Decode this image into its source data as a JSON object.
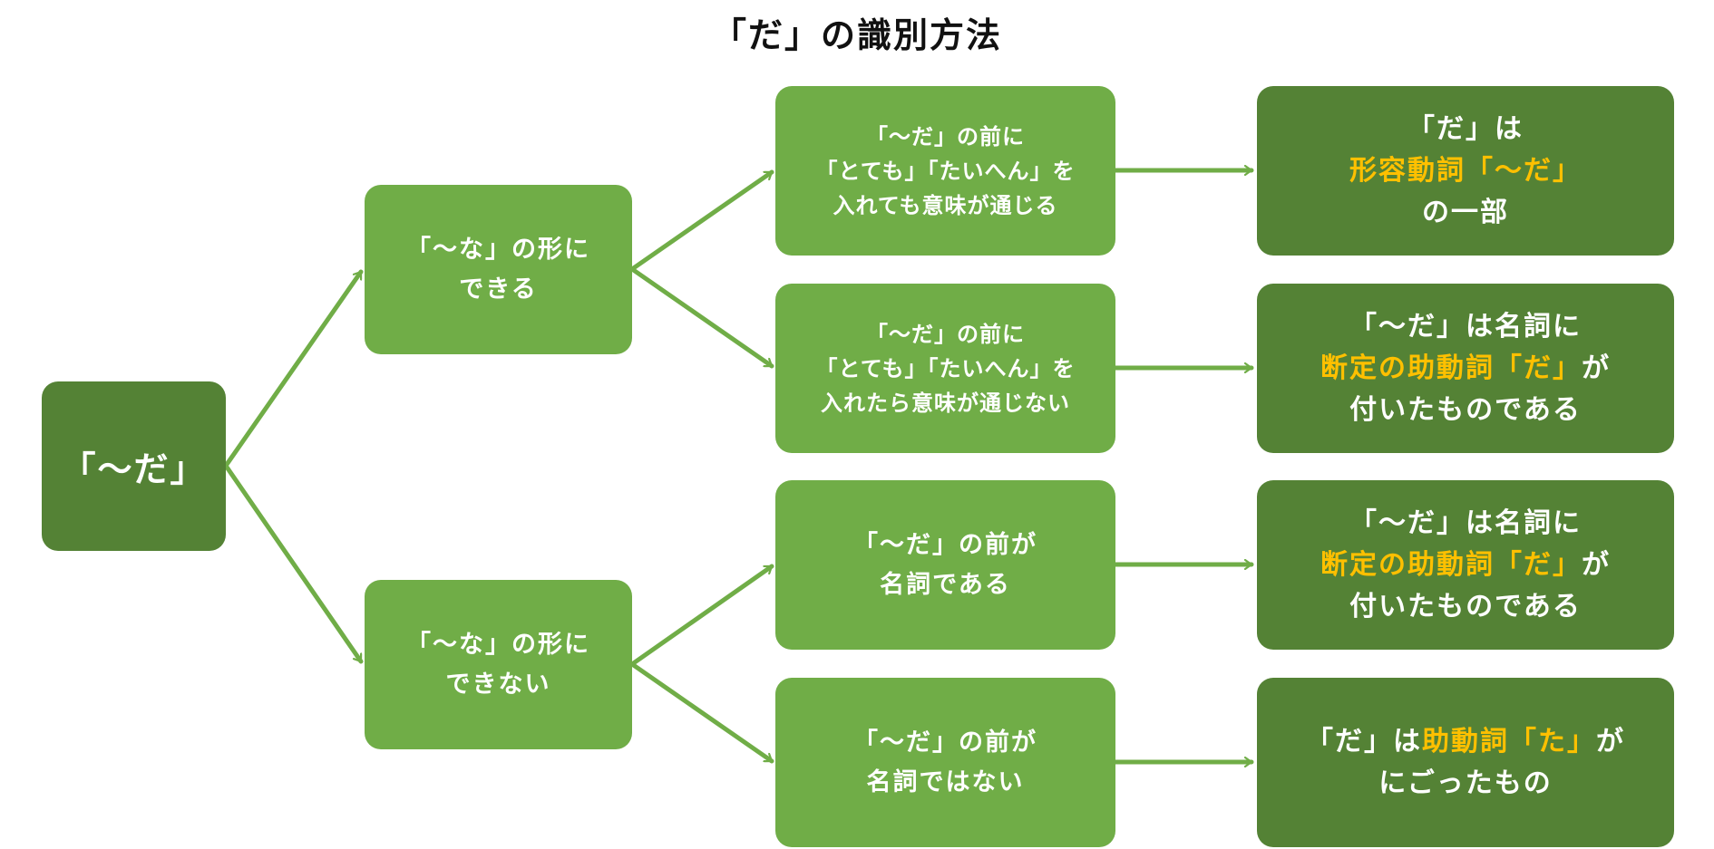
{
  "title": "「だ」の識別方法",
  "colors": {
    "dark_box": "#548235",
    "light_box": "#70ad47",
    "arrow": "#70ad47",
    "highlight_text": "#ffc000",
    "text": "#ffffff"
  },
  "root": {
    "label": "「～だ」"
  },
  "branches": [
    {
      "label_lines": [
        "「～な」の形に",
        "できる"
      ],
      "conditions": [
        {
          "lines": [
            "「～だ」の前に",
            "「とても」「たいへん」を",
            "入れても意味が通じる"
          ],
          "result": [
            [
              {
                "t": "「だ」は",
                "hl": false
              }
            ],
            [
              {
                "t": "形容動詞「～だ」",
                "hl": true
              }
            ],
            [
              {
                "t": "の一部",
                "hl": false
              }
            ]
          ]
        },
        {
          "lines": [
            "「～だ」の前に",
            "「とても」「たいへん」を",
            "入れたら意味が通じない"
          ],
          "result": [
            [
              {
                "t": "「～だ」は名詞に",
                "hl": false
              }
            ],
            [
              {
                "t": "断定の助動詞「だ」",
                "hl": true
              },
              {
                "t": "が",
                "hl": false
              }
            ],
            [
              {
                "t": "付いたものである",
                "hl": false
              }
            ]
          ]
        }
      ]
    },
    {
      "label_lines": [
        "「～な」の形に",
        "できない"
      ],
      "conditions": [
        {
          "lines": [
            "「～だ」の前が",
            "名詞である"
          ],
          "result": [
            [
              {
                "t": "「～だ」は名詞に",
                "hl": false
              }
            ],
            [
              {
                "t": "断定の助動詞「だ」",
                "hl": true
              },
              {
                "t": "が",
                "hl": false
              }
            ],
            [
              {
                "t": "付いたものである",
                "hl": false
              }
            ]
          ]
        },
        {
          "lines": [
            "「～だ」の前が",
            "名詞ではない"
          ],
          "result": [
            [
              {
                "t": "「だ」は",
                "hl": false
              },
              {
                "t": "助動詞「た」",
                "hl": true
              },
              {
                "t": "が",
                "hl": false
              }
            ],
            [
              {
                "t": "にごったもの",
                "hl": false
              }
            ]
          ]
        }
      ]
    }
  ]
}
